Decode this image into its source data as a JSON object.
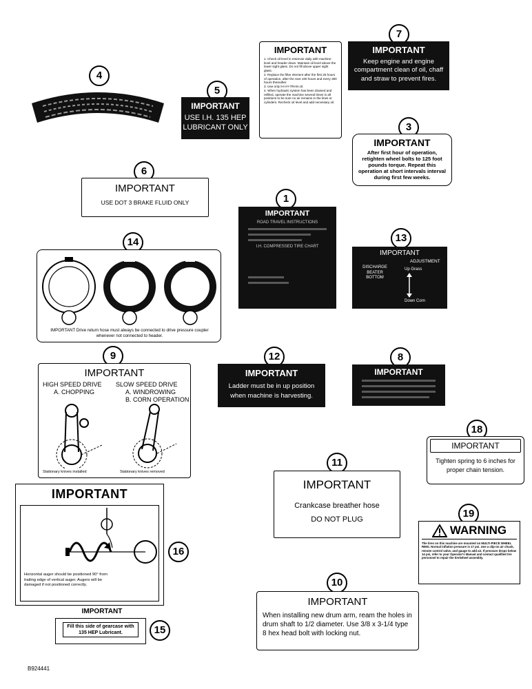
{
  "callouts": {
    "n1": "1",
    "n3": "3",
    "n4": "4",
    "n5": "5",
    "n6": "6",
    "n7": "7",
    "n8": "8",
    "n9": "9",
    "n10": "10",
    "n11": "11",
    "n12": "12",
    "n13": "13",
    "n14": "14",
    "n15": "15",
    "n16": "16",
    "n18": "18",
    "n19": "19"
  },
  "decal7": {
    "title": "IMPORTANT",
    "body": "Keep engine and engine compartment clean of oil, chaff and straw to prevent fires."
  },
  "decal_list": {
    "title": "IMPORTANT",
    "items": [
      "1. Check oil level in reservoir daily with machine level and header down. Maintain oil level above the lower sight glass. Do not fill above upper sight glass.",
      "2. Replace the filter element after the first 25 hours of operation, after the next 100 hours and every 300 hours thereafter.",
      "3. Use only IH HY-TRAN oil.",
      "4. When hydraulic system has been drained and refilled, operate the machine several times in all positions to be sure no air remains in the lines or cylinders. Recheck oil level and add necessary oil."
    ]
  },
  "decal5": {
    "title": "IMPORTANT",
    "line1": "USE I.H. 135 HEP",
    "line2": "LUBRICANT ONLY"
  },
  "decal3": {
    "title": "IMPORTANT",
    "body": "After first hour of operation, retighten wheel bolts to 125 foot pounds torque. Repeat this operation at short intervals interval during first few weeks."
  },
  "decal6": {
    "title": "IMPORTANT",
    "body": "USE DOT 3 BRAKE FLUID ONLY"
  },
  "decal1": {
    "title": "IMPORTANT",
    "sub1": "ROAD TRAVEL INSTRUCTIONS",
    "sub2": "I.H. COMPRESSED TIRE CHART"
  },
  "decal13": {
    "title": "IMPORTANT",
    "left": "DISCHARGE BEATER BOTTOM",
    "right": "ADJUSTMENT",
    "up": "Up Grass",
    "down": "Down Corn"
  },
  "decal14": {
    "caption": "IMPORTANT Drive return hose must always be connected to drive pressure coupler whenever not connected to header."
  },
  "decal9": {
    "title": "IMPORTANT",
    "left_head": "HIGH SPEED DRIVE",
    "left_sub": "A. CHOPPING",
    "right_head": "SLOW SPEED DRIVE",
    "right_sub1": "A. WINDROWING",
    "right_sub2": "B. CORN OPERATION",
    "left_caption": "Stationary knives installed",
    "right_caption": "Stationary knives removed"
  },
  "decal12": {
    "title": "IMPORTANT",
    "line1": "Ladder must be in up position",
    "line2": "when machine is harvesting."
  },
  "decal8": {
    "title": "IMPORTANT"
  },
  "decal18": {
    "title": "IMPORTANT",
    "body": "Tighten spring to 6 inches for proper chain tension."
  },
  "decal16": {
    "title": "IMPORTANT",
    "caption": "Horizontal auger should be positioned 90° from trailing edge of vertical auger. Augers will be damaged if not positioned correctly."
  },
  "decal11": {
    "title": "IMPORTANT",
    "line1": "Crankcase breather hose",
    "line2": "DO NOT PLUG"
  },
  "decal19": {
    "title": "WARNING",
    "body": "The tires on this machine are mounted on MULTI-PIECE WHEEL RIMS. Normal inflation pressure is 17 psi. Use a clip-on air chuck, remote control valve, and gauge to add air. If pressure drops below 14 psi, refer to your Operator's Manual and contact qualified tire personnel to repair the tire/wheel assembly."
  },
  "decal15": {
    "title": "IMPORTANT",
    "body": "Fill this side of gearcase with 135 HEP Lubricant."
  },
  "decal10": {
    "title": "IMPORTANT",
    "body": "When installing new drum arm, ream the holes in drum shaft to 1/2 diameter. Use 3/8 x 3-1/4 type 8 hex head bolt with locking nut."
  },
  "figure_id": "B924441"
}
